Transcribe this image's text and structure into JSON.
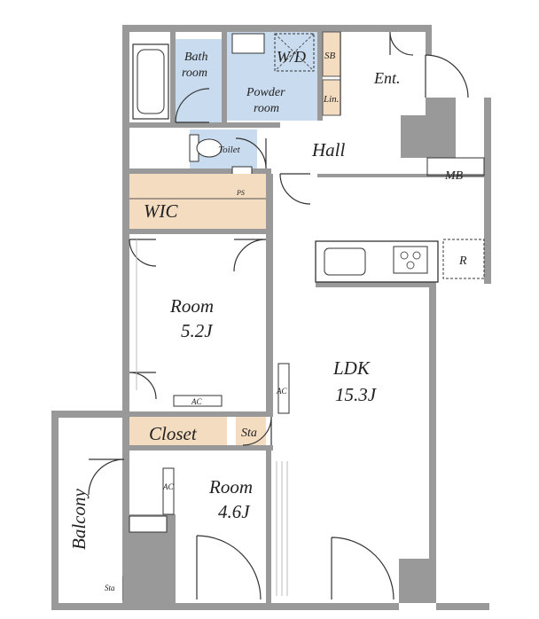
{
  "rooms": {
    "bath": [
      "Bath",
      "room"
    ],
    "wd": "W/D",
    "sb": "SB",
    "powder": [
      "Powder",
      "room"
    ],
    "lin": "Lin.",
    "ent": "Ent.",
    "toilet": "Toilet",
    "hall": "Hall",
    "mb": "MB",
    "ps": "PS",
    "wic": "WIC",
    "r": "R",
    "room1": {
      "name": "Room",
      "size": "5.2J"
    },
    "ldk": {
      "name": "LDK",
      "size": "15.3J"
    },
    "ac": "AC",
    "closet": "Closet",
    "sta": "Sta",
    "room2": {
      "name": "Room",
      "size": "4.6J"
    },
    "balcony": "Balcony"
  },
  "colors": {
    "wall": "#999999",
    "wet_area": "#c9dbee",
    "closet_storage": "#f3dcc0",
    "background": "#ffffff"
  }
}
